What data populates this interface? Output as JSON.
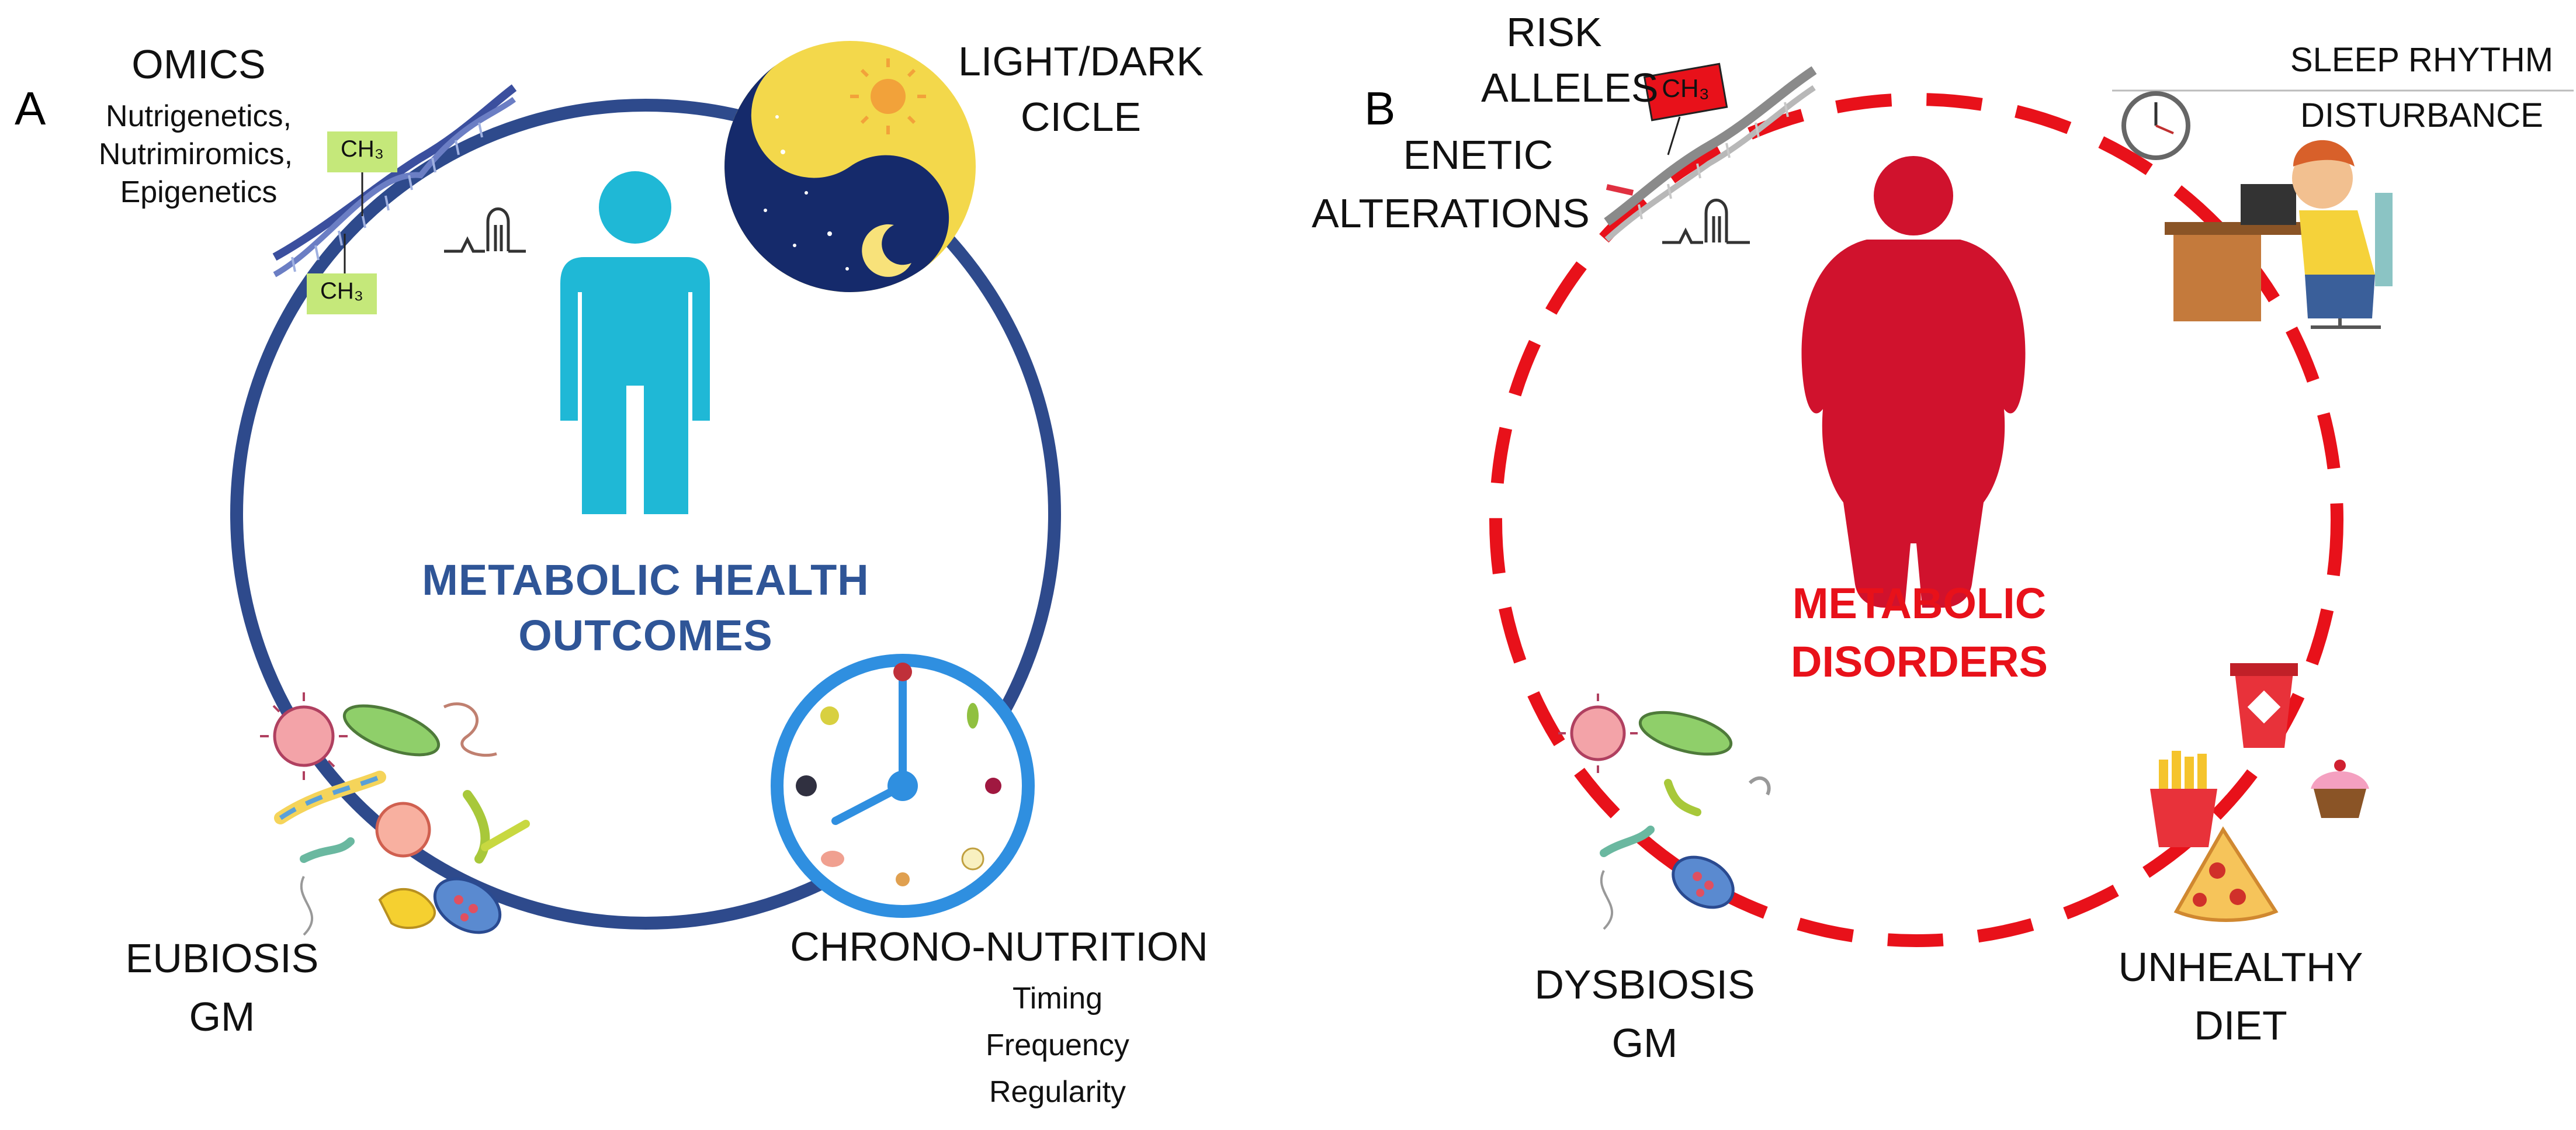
{
  "panel_a": {
    "letter": "A",
    "center_title_line1": "METABOLIC  HEALTH",
    "center_title_line2": "OUTCOMES",
    "omics_title": "OMICS",
    "omics_line1": "Nutrigenetics,",
    "omics_line2": "Nutrimiromics,",
    "omics_line3": "Epigenetics",
    "light_dark_line1": "LIGHT/DARK",
    "light_dark_line2": "CICLE",
    "eubiosis_line1": "EUBIOSIS",
    "eubiosis_line2": "GM",
    "chrono_title": "CHRONO-NUTRITION",
    "chrono_line1": "Timing",
    "chrono_line2": "Frequency",
    "chrono_line3": "Regularity",
    "methyl_tag": "CH₃"
  },
  "panel_b": {
    "letter": "B",
    "center_title_line1": "METABOLIC",
    "center_title_line2": "DISORDERS",
    "risk_line1": "RISK",
    "risk_line2": "ALLELES",
    "genetic_line1": "ENETIC",
    "genetic_line2": "ALTERATIONS",
    "sleep_line1": "SLEEP RHYTHM",
    "sleep_line2": "DISTURBANCE",
    "dysbiosis_line1": "DYSBIOSIS",
    "dysbiosis_line2": "GM",
    "diet_line1": "UNHEALTHY",
    "diet_line2": "DIET",
    "methyl_tag": "CH₃"
  },
  "colors": {
    "health_ring": "#2e4a8c",
    "health_title": "#2f5597",
    "person_healthy": "#1fb8d6",
    "disorder_ring": "#e8111a",
    "person_obese": "#d0122d",
    "clock_ring": "#2f8fe0"
  }
}
